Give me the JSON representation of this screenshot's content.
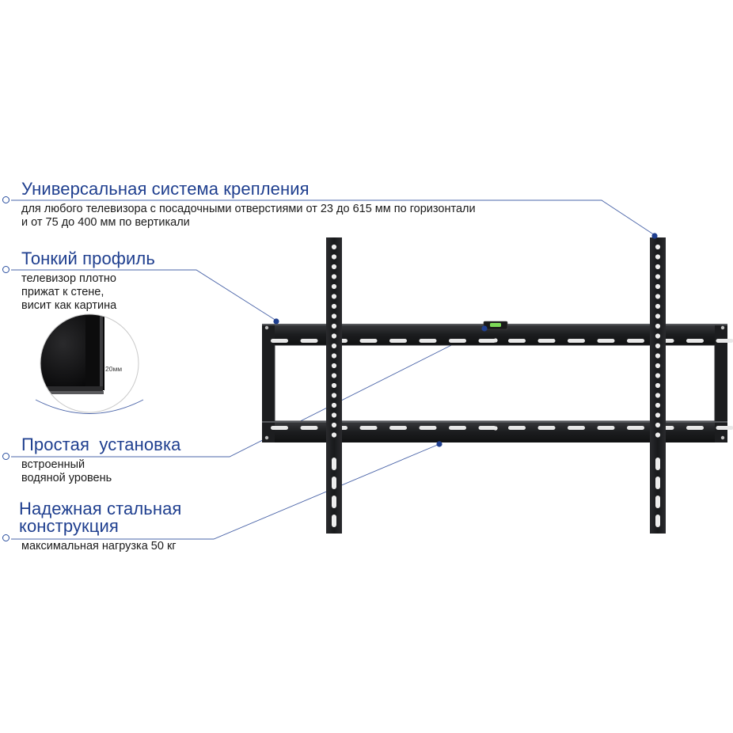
{
  "features": [
    {
      "id": "universal",
      "title": "Универсальная система крепления",
      "description": [
        "для любого телевизора с посадочными отверстиями от 23 до 615 мм по горизонтали",
        "и от 75 до 400 мм по вертикали"
      ]
    },
    {
      "id": "thin",
      "title": "Тонкий профиль",
      "description": [
        "телевизор плотно",
        "прижат к стене,",
        "висит как картина"
      ]
    },
    {
      "id": "install",
      "title": "Простая  установка",
      "description": [
        "встроенный",
        "водяной уровень"
      ]
    },
    {
      "id": "steel",
      "title": [
        "Надежная стальная",
        "конструкция"
      ],
      "description": [
        "максимальная нагрузка 50 кг"
      ]
    }
  ],
  "inset": {
    "label": "20мм"
  },
  "colors": {
    "accent": "#1f3f8f",
    "bracket": "#1c1d1f",
    "callout_line": "#2a4f9f",
    "level_vial": "#7cd957"
  }
}
